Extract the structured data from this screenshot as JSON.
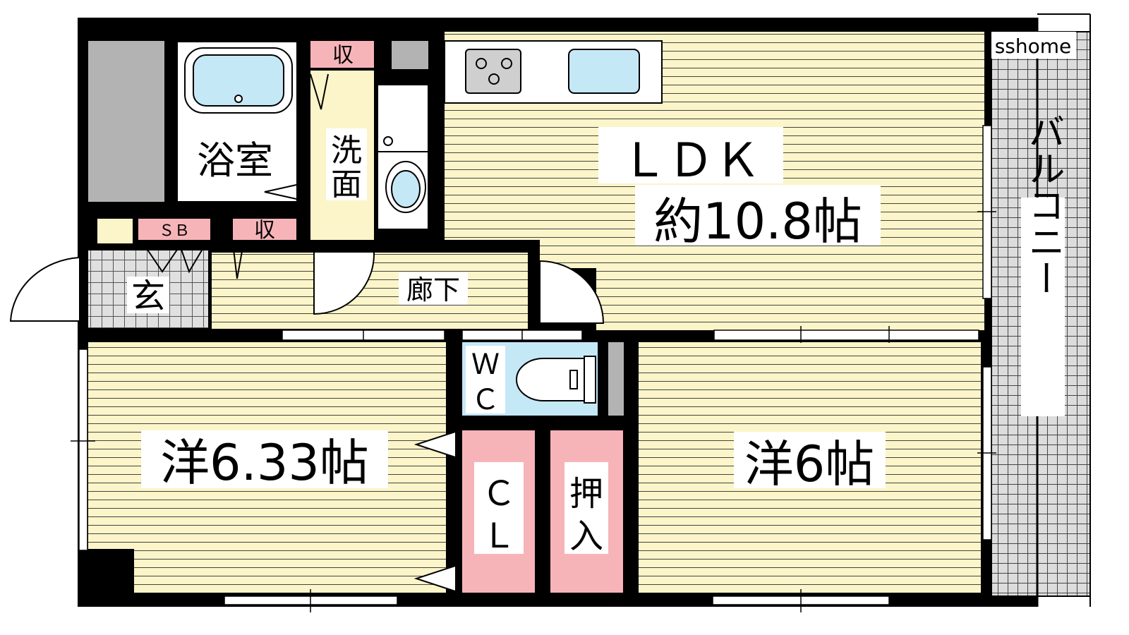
{
  "watermark": "sshome",
  "rooms": {
    "ldk": {
      "name": "ＬＤＫ",
      "size": "約10.8帖"
    },
    "bath": "浴室",
    "washroom": "洗面",
    "storage_top": "収",
    "storage_hall": "収",
    "shoebox": "ＳＢ",
    "entrance": "玄",
    "hallway": "廊下",
    "wc": "ＷＣ",
    "western_left": "洋6.33帖",
    "western_right": "洋6帖",
    "closet": "ＣＬ",
    "oshiire": "押入",
    "balcony": "バルコニー"
  },
  "colors": {
    "floor": "#fbf5c9",
    "floor_line": "#555555",
    "wall": "#000000",
    "storage": "#f6b4b9",
    "water": "#c5e8f7",
    "gray": "#b3b3b3"
  }
}
